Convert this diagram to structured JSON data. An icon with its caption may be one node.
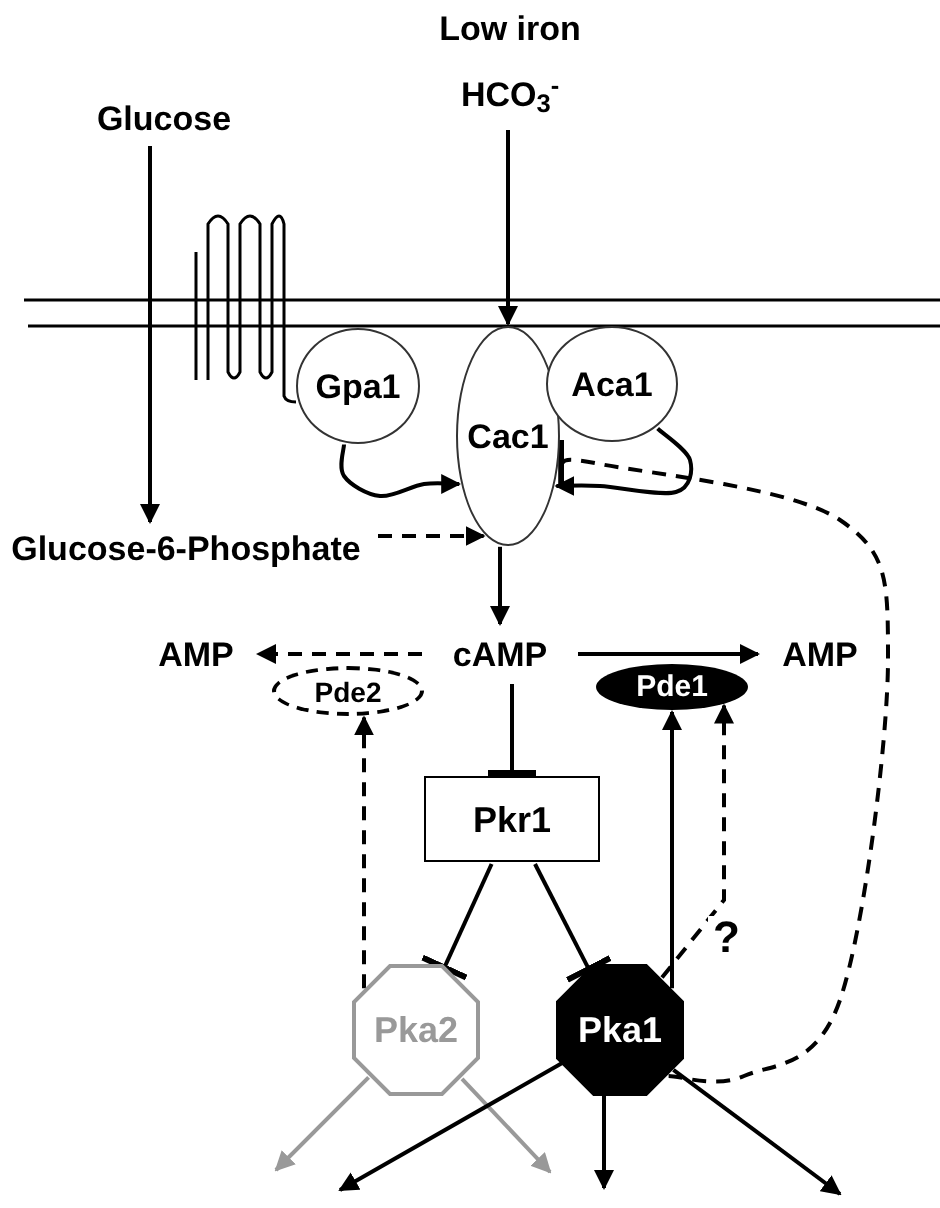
{
  "diagram": {
    "nodes": [
      {
        "text": [
          "Glucose"
        ]
      },
      {
        "text": [
          "Low iron",
          "HCO$_{3}$$^{-}$"
        ]
      },
      {
        "text": [
          "Gpa1"
        ]
      },
      {
        "text": [
          "Cac1"
        ]
      },
      {
        "text": [
          "Aca1"
        ]
      },
      {
        "text": [
          "Glucose-6-Phosphate"
        ]
      },
      {
        "text": [
          "AMP"
        ]
      },
      {
        "text": [
          "Pde2"
        ]
      },
      {
        "text": [
          "cAMP"
        ]
      },
      {
        "text": [
          "AMP"
        ]
      },
      {
        "text": [
          "Pde1"
        ]
      },
      {
        "text": [
          "Pkr1"
        ]
      },
      {
        "text": [
          "Pka2"
        ]
      },
      {
        "text": [
          "Pka1"
        ]
      }
    ],
    "edges": [
      {
        "from": 0,
        "to": 5,
        "arrow": "to"
      },
      {
        "from": 1,
        "to": 3,
        "arrow": "to"
      },
      {
        "from": 2,
        "to": 3,
        "arrow": "to"
      },
      {
        "from": 4,
        "to": 3,
        "arrow": "to"
      },
      {
        "from": 5,
        "to": 3,
        "arrow": "to",
        "style": "dashed"
      },
      {
        "from": 3,
        "to": 8,
        "arrow": "to"
      },
      {
        "from": 8,
        "to": 6,
        "arrow": "to",
        "style": "dashed"
      },
      {
        "from": 8,
        "to": 9,
        "arrow": "to"
      },
      {
        "from": 8,
        "to": 11,
        "arrow": "other"
      },
      {
        "from": 11,
        "to": 12,
        "arrow": "other"
      },
      {
        "from": 11,
        "to": 13,
        "arrow": "other"
      },
      {
        "from": 12,
        "to": 7,
        "arrow": "to",
        "style": "dashed"
      },
      {
        "from": 13,
        "to": 10,
        "arrow": "to"
      },
      {
        "from": 13,
        "to": 10,
        "arrow": "to",
        "style": "dashed",
        "label": "?"
      },
      {
        "from": 13,
        "to": 3,
        "arrow": "other",
        "style": "dashed"
      },
      {
        "from": 12,
        "to": null,
        "arrow": "to",
        "color": "#999999"
      },
      {
        "from": 12,
        "to": null,
        "arrow": "to",
        "color": "#999999"
      },
      {
        "from": 13,
        "to": null,
        "arrow": "to"
      },
      {
        "from": 13,
        "to": null,
        "arrow": "to"
      },
      {
        "from": 13,
        "to": null,
        "arrow": "to"
      }
    ]
  }
}
